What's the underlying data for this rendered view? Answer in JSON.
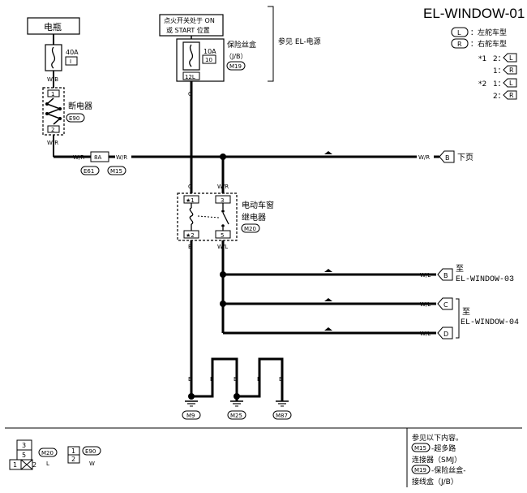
{
  "title": "EL-WINDOW-01",
  "battery": "电瓶",
  "ign_note_1": "点火开关处于 ON",
  "ign_note_2": "或 START 位置",
  "fuse_40a": "40A",
  "fuse_40a_no": "I",
  "wire_wb": "W/B",
  "breaker_label": "断电器",
  "breaker_conn": "E90",
  "breaker_pin1": "1",
  "breaker_pin2": "2",
  "wire_wr": "W/R",
  "fuse_8a": "8A",
  "conn_e61": "E61",
  "conn_m15": "M15",
  "fuse_block": "保险丝盒",
  "fuse_block_jb": "（J/B）",
  "fuse_10a": "10A",
  "fuse_10a_no": "10",
  "fuse_conn": "M19",
  "pin_12l": "12L",
  "see_power": "参见 EL-电源",
  "wire_g": "G",
  "next_page": "下页",
  "relay_name_1": "电动车窗",
  "relay_name_2": "继电器",
  "relay_conn": "M20",
  "relay_pin1": "★1",
  "relay_pin2": "★2",
  "relay_pin3": "3",
  "relay_pin5": "5",
  "wire_wl": "W/L",
  "wire_b": "B",
  "to_label": "至",
  "to_window03": "EL-WINDOW-03",
  "to_window04": "EL-WINDOW-04",
  "arrow_b": "B",
  "arrow_c": "C",
  "arrow_d": "D",
  "ground_m9": "M9",
  "ground_m25": "M25",
  "ground_m87": "M87",
  "legend": {
    "l_code": "L",
    "l_text": "：左舵车型",
    "r_code": "R",
    "r_text": "：右舵车型",
    "star1": "*1",
    "star2": "*2",
    "star1_row1": "2：",
    "star1_row2": "1：",
    "star2_row1": "1：",
    "star2_row2": "2："
  },
  "bottom": {
    "conn_m20_cells": [
      "3",
      "5",
      "1",
      "2"
    ],
    "conn_m20": "M20",
    "conn_m20_color": "L",
    "conn_e90_cells": [
      "1",
      "2"
    ],
    "conn_e90": "E90",
    "conn_e90_color": "W",
    "ref_title": "参见以下内容。",
    "ref_m15": "-超多路",
    "ref_m15_code": "M15",
    "ref_smj": "连接器（SMJ）",
    "ref_m19": "-保险丝盒-",
    "ref_m19_code": "M19",
    "ref_jb": "接线盒（J/B）"
  }
}
